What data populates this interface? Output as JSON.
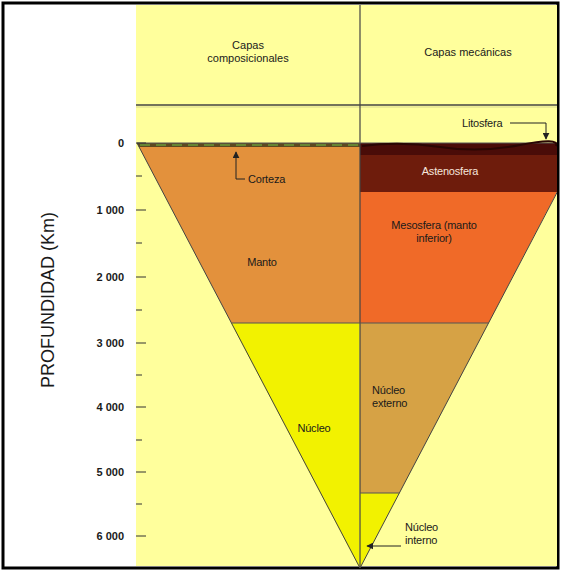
{
  "diagram": {
    "nodes": [
      {
        "text": [
          "Corteza"
        ]
      },
      {
        "text": [
          "Manto"
        ]
      },
      {
        "text": [
          "Núcleo"
        ]
      },
      {
        "text": [
          "Litosfera"
        ]
      },
      {
        "text": [
          "Astenosfera"
        ]
      },
      {
        "text": [
          "Mesosfera (manto inferior)"
        ]
      },
      {
        "text": [
          "Núcleo externo"
        ]
      },
      {
        "text": [
          "Núcleo interno"
        ]
      }
    ],
    "labels": [
      "Capas composicionales",
      "Capas mecánicas",
      "PROFUNDIDAD (Km)",
      "0",
      "1 000",
      "2 000",
      "3 000",
      "4 000",
      "5 000",
      "6 000"
    ]
  }
}
